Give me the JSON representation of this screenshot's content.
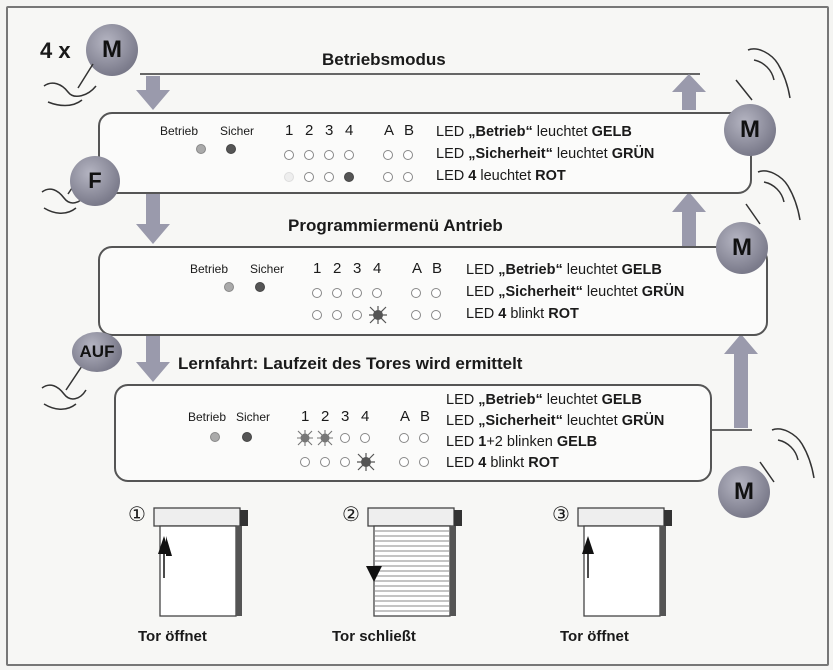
{
  "top_multiplier": "4 x",
  "buttons": {
    "m": "M",
    "f": "F",
    "auf": "AUF"
  },
  "titles": {
    "mode": "Betriebsmodus",
    "program": "Programmiermenü Antrieb",
    "learn": "Lernfahrt: Laufzeit des Tores wird ermittelt"
  },
  "led_labels": {
    "betrieb": "Betrieb",
    "sicher": "Sicher",
    "n1": "1",
    "n2": "2",
    "n3": "3",
    "n4": "4",
    "a": "A",
    "b": "B"
  },
  "box1": {
    "line1": {
      "pre": "LED ",
      "bold": "„Betrieb“",
      "mid": " leuchtet ",
      "bold2": "GELB"
    },
    "line2": {
      "pre": "LED ",
      "bold": "„Sicherheit“",
      "mid": " leuchtet ",
      "bold2": "GRÜN"
    },
    "line3": {
      "pre": "LED ",
      "bold": "4",
      "mid": " leuchtet ",
      "bold2": "ROT"
    }
  },
  "box2": {
    "line1": {
      "pre": "LED ",
      "bold": "„Betrieb“",
      "mid": " leuchtet ",
      "bold2": "GELB"
    },
    "line2": {
      "pre": "LED ",
      "bold": "„Sicherheit“",
      "mid": " leuchtet ",
      "bold2": "GRÜN"
    },
    "line3": {
      "pre": "LED ",
      "bold": "4",
      "mid": " blinkt ",
      "bold2": "ROT"
    }
  },
  "box3": {
    "line1": {
      "pre": "LED ",
      "bold": "„Betrieb“",
      "mid": " leuchtet ",
      "bold2": "GELB"
    },
    "line2": {
      "pre": "LED ",
      "bold": "„Sicherheit“",
      "mid": " leuchtet ",
      "bold2": "GRÜN"
    },
    "line3": {
      "pre": "LED ",
      "bold": "1",
      "mid": "+2 blinken ",
      "bold2": "GELB"
    },
    "line4": {
      "pre": "LED ",
      "bold": "4",
      "mid": " blinkt ",
      "bold2": "ROT"
    }
  },
  "steps": [
    {
      "num": "①",
      "caption": "Tor öffnet"
    },
    {
      "num": "②",
      "caption": "Tor schließt"
    },
    {
      "num": "③",
      "caption": "Tor öffnet"
    }
  ]
}
